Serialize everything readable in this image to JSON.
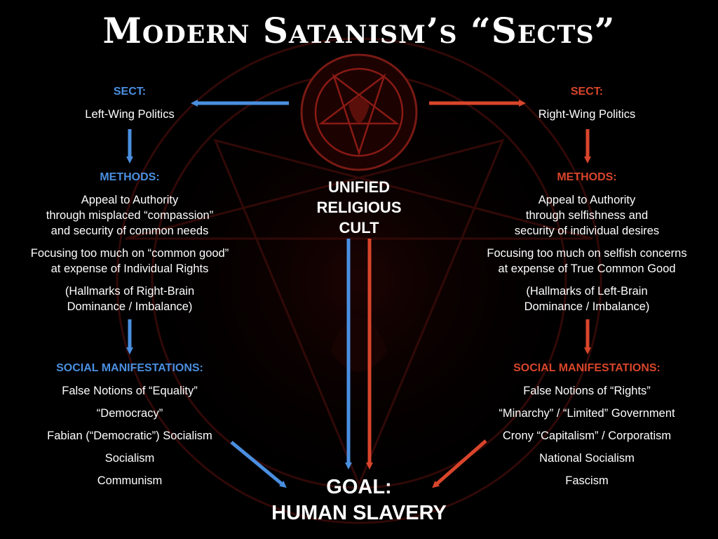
{
  "title": "Modern Satanism’s “Sects”",
  "colors": {
    "left": "#4a8fe0",
    "right": "#d8452b",
    "symbol": "#8a1a14"
  },
  "center": {
    "cult": [
      "UNIFIED",
      "RELIGIOUS",
      "CULT"
    ],
    "goal": [
      "GOAL:",
      "HUMAN SLAVERY"
    ]
  },
  "left": {
    "sect_label": "SECT:",
    "sect": "Left-Wing Politics",
    "methods_label": "METHODS:",
    "methods": [
      "Appeal to Authority",
      "through misplaced “compassion”",
      "and security of common needs"
    ],
    "focus": [
      "Focusing too much on “common good”",
      "at expense of Individual Rights"
    ],
    "hallmarks": [
      "(Hallmarks of Right-Brain",
      "Dominance / Imbalance)"
    ],
    "manifestations_label": "SOCIAL MANIFESTATIONS:",
    "manifestations": [
      "False Notions of “Equality”",
      "“Democracy”",
      "Fabian (“Democratic”) Socialism",
      "Socialism",
      "Communism"
    ]
  },
  "right": {
    "sect_label": "SECT:",
    "sect": "Right-Wing Politics",
    "methods_label": "METHODS:",
    "methods": [
      "Appeal to Authority",
      "through selfishness and",
      "security of individual desires"
    ],
    "focus": [
      "Focusing too much on selfish concerns",
      "at expense of True Common Good"
    ],
    "hallmarks": [
      "(Hallmarks of Left-Brain",
      "Dominance / Imbalance)"
    ],
    "manifestations_label": "SOCIAL MANIFESTATIONS:",
    "manifestations": [
      "False Notions of “Rights”",
      "“Minarchy” / “Limited” Government",
      "Crony “Capitalism” / Corporatism",
      "National Socialism",
      "Fascism"
    ]
  }
}
